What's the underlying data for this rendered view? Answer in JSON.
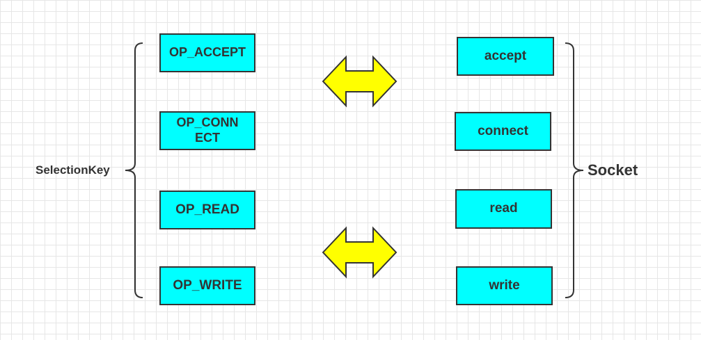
{
  "colors": {
    "box_fill": "#00ffff",
    "arrow_fill": "#ffff00",
    "stroke": "#333333"
  },
  "left_group": {
    "label": "SelectionKey",
    "items": [
      "OP_ACCEPT",
      "OP_CONN\nECT",
      "OP_READ",
      "OP_WRITE"
    ]
  },
  "right_group": {
    "label": "Socket",
    "items": [
      "accept",
      "connect",
      "read",
      "write"
    ]
  },
  "arrows": [
    {
      "icon": "double-arrow-icon"
    },
    {
      "icon": "double-arrow-icon"
    }
  ]
}
